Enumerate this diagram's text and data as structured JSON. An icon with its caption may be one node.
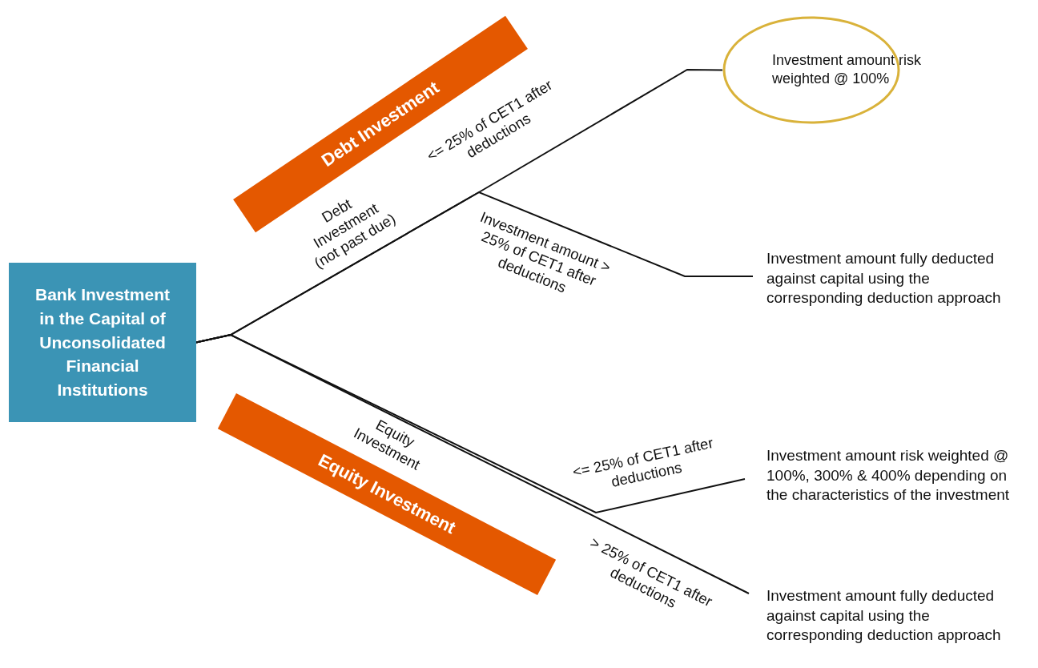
{
  "diagram": {
    "nodes": [
      {
        "text": [
          "Bank Investment in the Capital of Unconsolidated Financial Institutions"
        ]
      },
      {
        "text": [
          "Debt Investment"
        ]
      },
      {
        "text": [
          "Equity Investment"
        ]
      },
      {
        "text": [
          "Investment amount risk weighted @ 100%"
        ]
      },
      {
        "text": [
          "Investment amount fully deducted against capital using the corresponding deduction approach"
        ]
      },
      {
        "text": [
          "Investment amount risk weighted @  100%, 300% & 400% depending on the characteristics of the investment"
        ]
      },
      {
        "text": [
          "Investment amount fully deducted against capital using the corresponding deduction approach"
        ]
      }
    ],
    "edges": [
      {
        "from": 0,
        "to": 3,
        "arrow": "none",
        "label": "<= 25% of CET1 after deductions"
      },
      {
        "from": 0,
        "to": 4,
        "arrow": "none",
        "label": "Investment amount > 25% of CET1 after deductions"
      },
      {
        "from": 0,
        "to": 5,
        "arrow": "none",
        "label": "<= 25% of CET1 after deductions"
      },
      {
        "from": 0,
        "to": 6,
        "arrow": "none",
        "label": "> 25% of CET1 after deductions"
      }
    ],
    "labels": [
      "Debt Investment (not past due)",
      "Equity Investment"
    ]
  }
}
